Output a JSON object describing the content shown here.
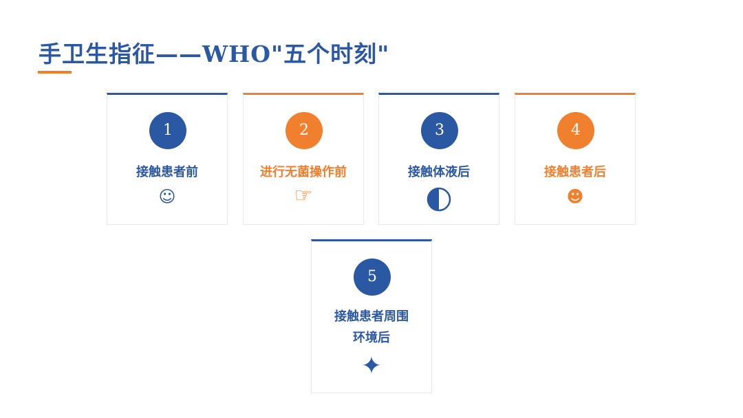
{
  "slide": {
    "title": "手卫生指征——WHO\"五个时刻\"",
    "accent_color": "#f07f2e",
    "primary_color": "#2b58a3"
  },
  "moments": [
    {
      "number": "1",
      "label": "接触患者前",
      "icon": "smiley-outline-icon",
      "glyph": "☺",
      "color": "blue"
    },
    {
      "number": "2",
      "label": "进行无菌操作前",
      "icon": "pointing-hand-icon",
      "glyph": "☞",
      "color": "orange"
    },
    {
      "number": "3",
      "label": "接触体液后",
      "icon": "half-circle-icon",
      "glyph": "",
      "color": "blue"
    },
    {
      "number": "4",
      "label": "接触患者后",
      "icon": "smiley-filled-icon",
      "glyph": "☻",
      "color": "orange"
    },
    {
      "number": "5",
      "label_line1": "接触患者周围",
      "label_line2": "环境后",
      "icon": "four-point-star-icon",
      "glyph": "✦",
      "color": "blue"
    }
  ]
}
